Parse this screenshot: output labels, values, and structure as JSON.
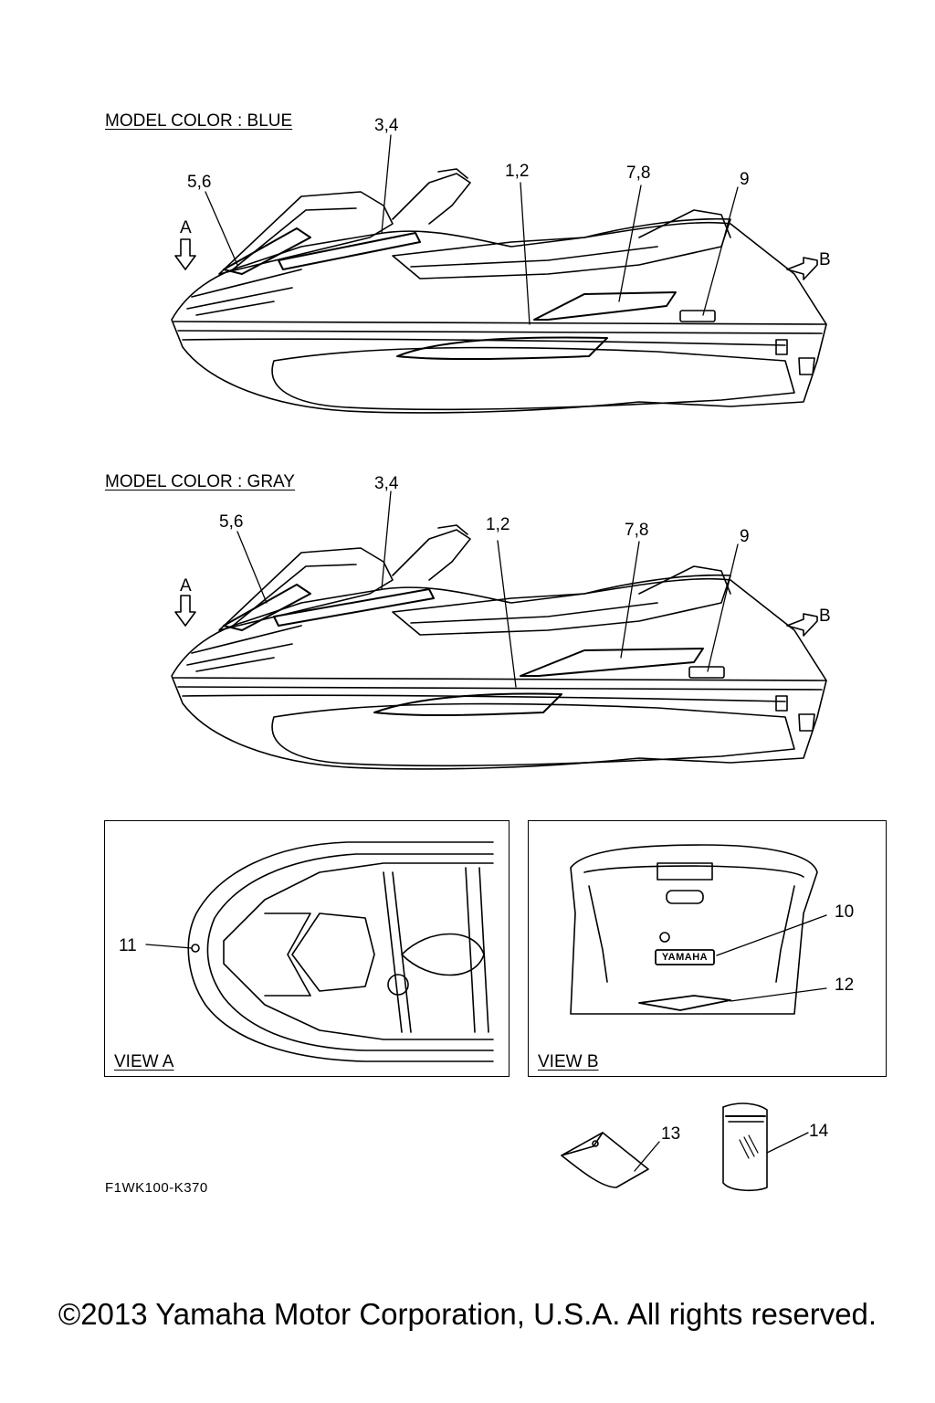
{
  "section_blue": {
    "title": "MODEL COLOR : BLUE",
    "callouts": {
      "c34": "3,4",
      "c56": "5,6",
      "c12": "1,2",
      "c78": "7,8",
      "c9": "9",
      "arrowA": "A",
      "arrowB": "B"
    }
  },
  "section_gray": {
    "title": "MODEL COLOR : GRAY",
    "callouts": {
      "c34": "3,4",
      "c56": "5,6",
      "c12": "1,2",
      "c78": "7,8",
      "c9": "9",
      "arrowA": "A",
      "arrowB": "B"
    }
  },
  "view_a": {
    "label": "VIEW A",
    "callout11": "11"
  },
  "view_b": {
    "label": "VIEW B",
    "callout10": "10",
    "callout12": "12",
    "badge_text": "YAMAHA"
  },
  "accessories": {
    "callout13": "13",
    "callout14": "14"
  },
  "part_code": "F1WK100-K370",
  "copyright": "©2013 Yamaha Motor Corporation, U.S.A. All rights reserved."
}
